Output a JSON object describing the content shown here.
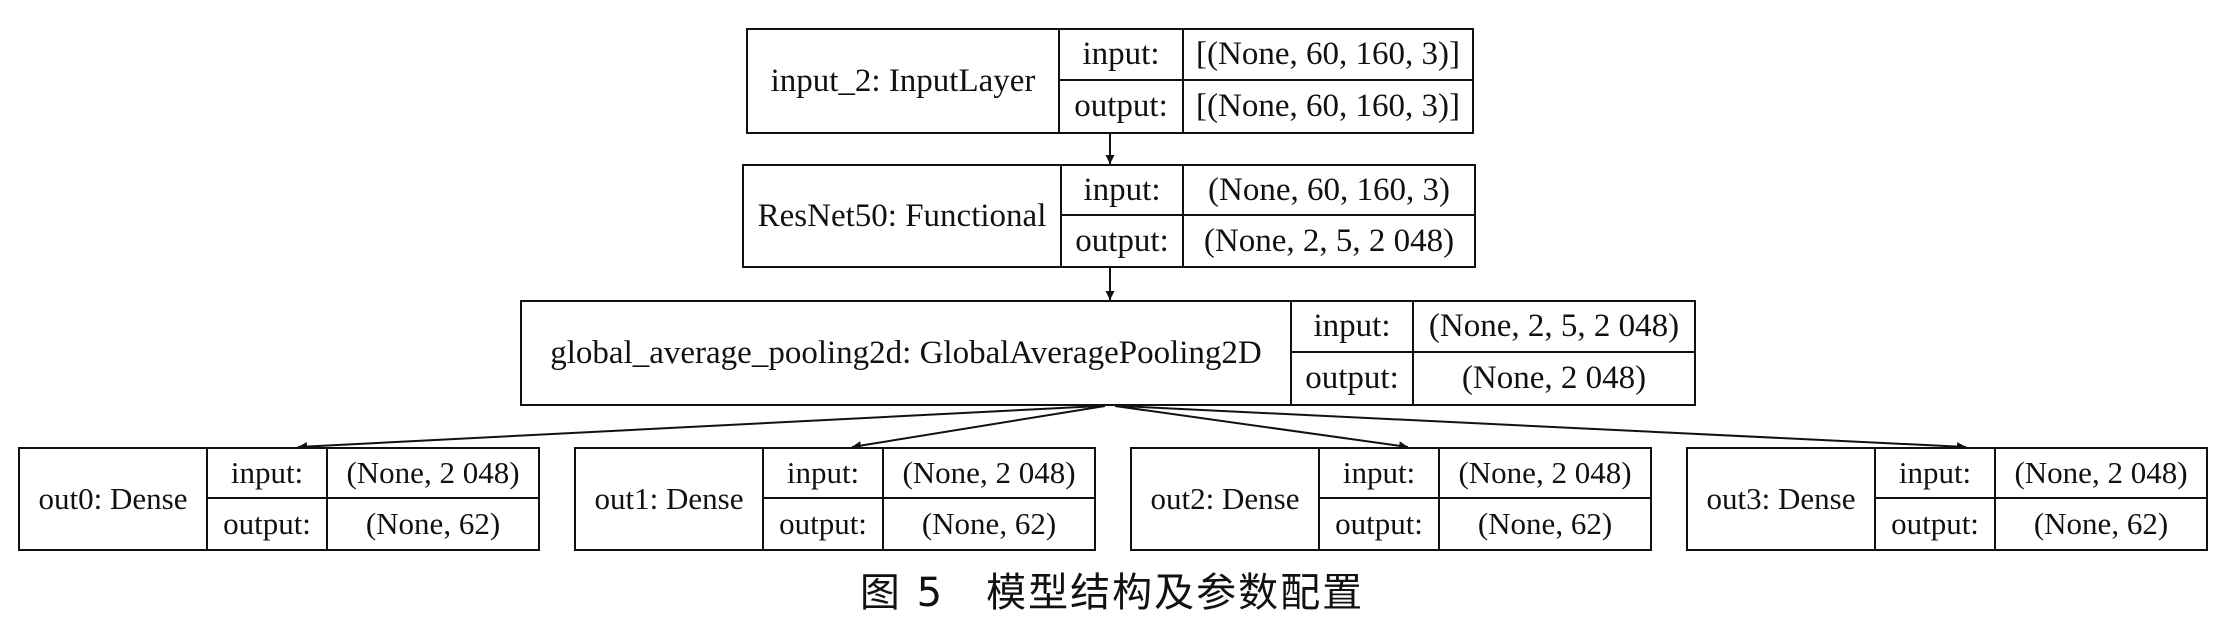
{
  "nodes": {
    "input": {
      "name": "input_2: InputLayer",
      "input_label": "input:",
      "input_value": "[(None, 60, 160, 3)]",
      "output_label": "output:",
      "output_value": "[(None, 60, 160, 3)]"
    },
    "resnet": {
      "name": "ResNet50: Functional",
      "input_label": "input:",
      "input_value": "(None, 60, 160, 3)",
      "output_label": "output:",
      "output_value": "(None, 2, 5, 2 048)"
    },
    "gap": {
      "name": "global_average_pooling2d: GlobalAveragePooling2D",
      "input_label": "input:",
      "input_value": "(None, 2, 5, 2 048)",
      "output_label": "output:",
      "output_value": "(None, 2 048)"
    },
    "out0": {
      "name": "out0: Dense",
      "input_label": "input:",
      "input_value": "(None, 2 048)",
      "output_label": "output:",
      "output_value": "(None, 62)"
    },
    "out1": {
      "name": "out1: Dense",
      "input_label": "input:",
      "input_value": "(None, 2 048)",
      "output_label": "output:",
      "output_value": "(None, 62)"
    },
    "out2": {
      "name": "out2: Dense",
      "input_label": "input:",
      "input_value": "(None, 2 048)",
      "output_label": "output:",
      "output_value": "(None, 62)"
    },
    "out3": {
      "name": "out3: Dense",
      "input_label": "input:",
      "input_value": "(None, 2 048)",
      "output_label": "output:",
      "output_value": "(None, 62)"
    }
  },
  "caption": "图 5　模型结构及参数配置"
}
